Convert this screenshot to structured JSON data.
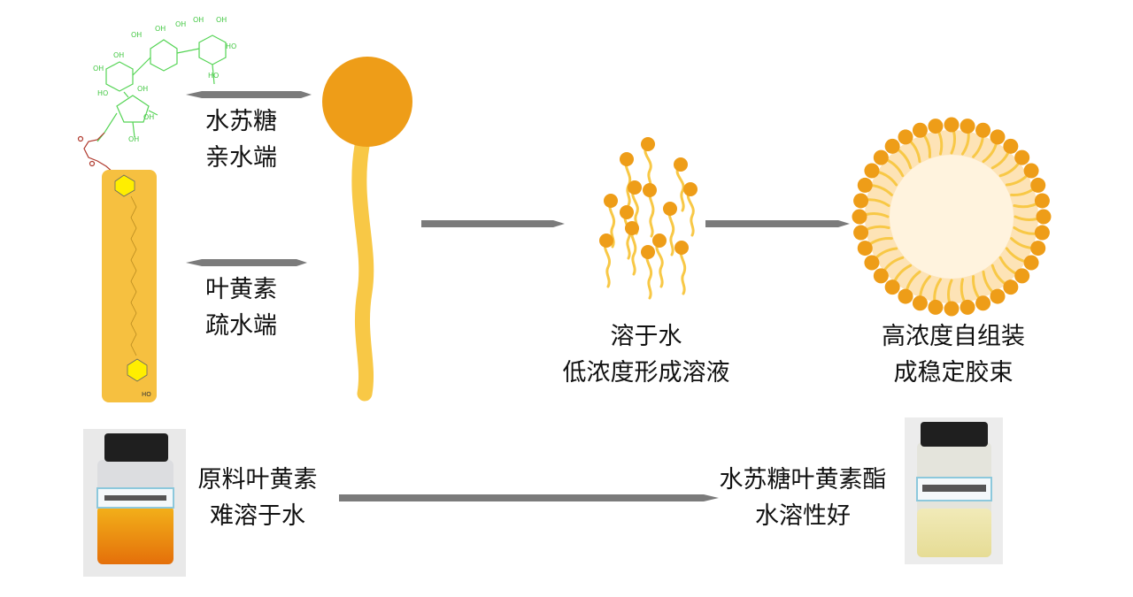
{
  "labels": {
    "hydrophilic": [
      "水苏糖",
      "亲水端"
    ],
    "hydrophobic": [
      "叶黄素",
      "疏水端"
    ],
    "dissolve": [
      "溶于水",
      "低浓度形成溶液"
    ],
    "micelle": [
      "高浓度自组装",
      "成稳定胶束"
    ],
    "raw": [
      "原料叶黄素",
      "难溶于水"
    ],
    "product": [
      "水苏糖叶黄素酯",
      "水溶性好"
    ]
  },
  "molecule_atoms": {
    "hydroxyl": "OH",
    "hydroxyl_alt": "HO",
    "oxygen": "O"
  },
  "colors": {
    "head": "#ee9d18",
    "tail": "#f8c846",
    "micelle_core": "#fde3b6",
    "arrow": "#808080",
    "sugar": "#55d455",
    "linker": "#b03a2e",
    "lutein_box": "#f6c040",
    "ring": "#ffee00"
  }
}
